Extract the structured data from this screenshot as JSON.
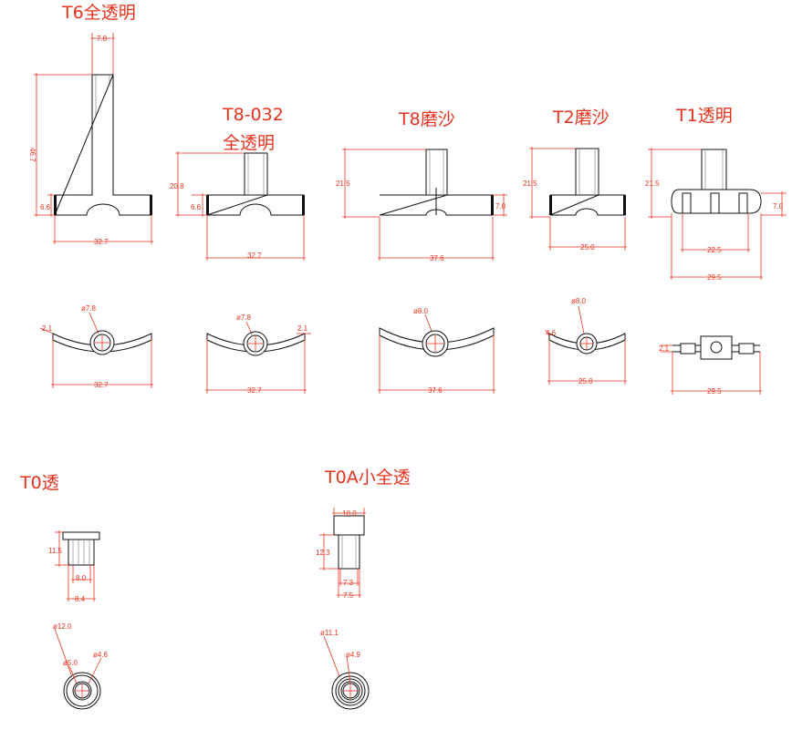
{
  "titles": {
    "t6": "T6全透明",
    "t8_032_line1": "T8-032",
    "t8_032_line2": "全透明",
    "t8": "T8磨沙",
    "t2": "T2磨沙",
    "t1": "T1透明",
    "t0": "T0透",
    "t0a": "T0A小全透"
  },
  "dims": {
    "t6_top_w": "7.8",
    "t6_h": "46.7",
    "t6_base_h": "6.6",
    "t6_w": "32.7",
    "t8032_h": "20.8",
    "t8032_base_h": "6.6",
    "t8032_w": "32.7",
    "t8_h": "21.5",
    "t8_base_h": "7.0",
    "t8_w": "37.6",
    "t2_h": "21.5",
    "t2_w": "25.0",
    "t1_h": "21.5",
    "t1_base_h": "7.0",
    "t1_inner_w": "22.5",
    "t1_w": "29.5",
    "t6_hole": "ø7.8",
    "t6_thk": "2.1",
    "t6_bw": "32.7",
    "t8032_hole": "ø7.8",
    "t8032_thk": "2.1",
    "t8032_bw": "32.7",
    "t8_hole": "ø8.0",
    "t8_bw": "37.6",
    "t2_hole": "ø8.0",
    "t2_thk": "4.6",
    "t2_bw": "25.0",
    "t1_thk": "2.1",
    "t1_bw": "29.5",
    "t0_h": "11.5",
    "t0_inner": "8.0",
    "t0_outer": "8.4",
    "t0_d1": "ø12.0",
    "t0_d2": "ø5.0",
    "t0_d3": "ø4.6",
    "t0a_top": "10.0",
    "t0a_h": "12.3",
    "t0a_inner": "7.3",
    "t0a_outer": "7.5",
    "t0a_d1": "ø11.1",
    "t0a_d2": "ø4.9"
  },
  "colors": {
    "dimension": "#e8321e",
    "outline": "#111111"
  }
}
